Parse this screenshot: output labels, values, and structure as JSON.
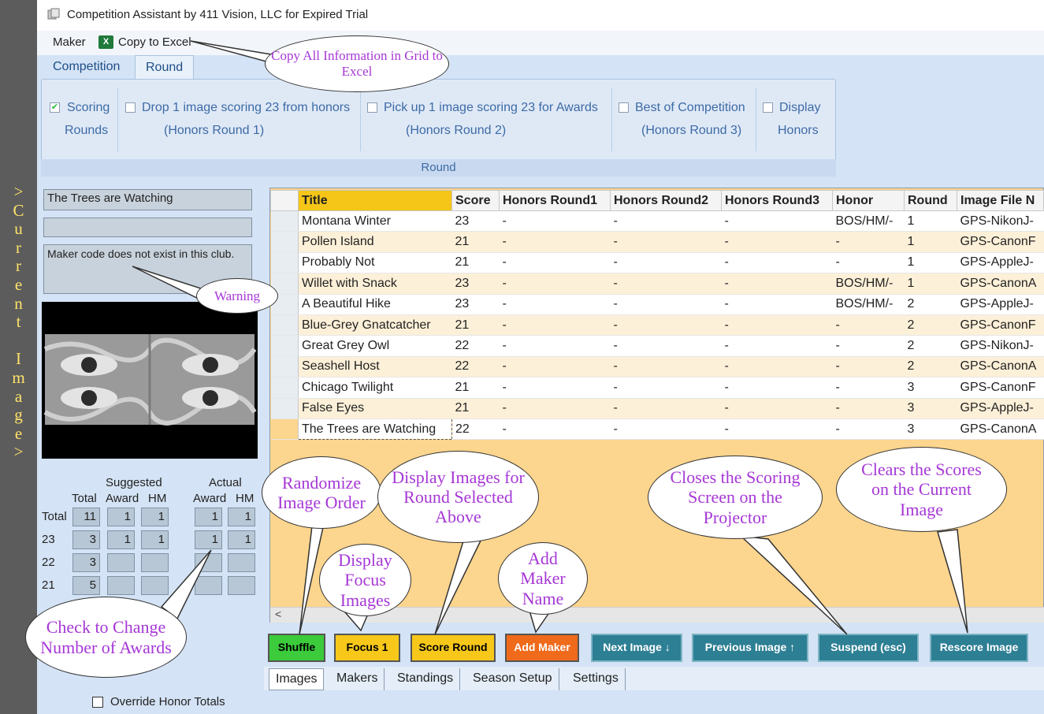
{
  "sidebar": {
    "letters": [
      ">",
      "C",
      "u",
      "r",
      "r",
      "e",
      "n",
      "t",
      " ",
      "I",
      "m",
      "a",
      "g",
      "e",
      ">"
    ]
  },
  "window": {
    "title": "Competition Assistant by 411 Vision, LLC for Expired Trial"
  },
  "menu": {
    "maker": "Maker",
    "copy_to_excel": "Copy to Excel",
    "excel_glyph": "X"
  },
  "ribbon": {
    "tabs": [
      "Competition",
      "Round"
    ],
    "groups": [
      {
        "line1": "Scoring",
        "line2": "Rounds",
        "checked": true
      },
      {
        "line1": "Drop 1 image scoring 23 from honors",
        "line2": "(Honors Round 1)",
        "checked": false
      },
      {
        "line1": "Pick up 1 image scoring 23 for Awards",
        "line2": "(Honors Round 2)",
        "checked": false
      },
      {
        "line1": "Best of Competition",
        "line2": "(Honors Round 3)",
        "checked": false
      },
      {
        "line1": "Display",
        "line2": "Honors",
        "checked": false
      }
    ],
    "footer": "Round"
  },
  "left": {
    "title_field": "The Trees are Watching",
    "maker_field": "",
    "warning": "Maker code does not exist in this club.",
    "totals": {
      "hdr_suggested": "Suggested",
      "hdr_actual": "Actual",
      "hdr_total": "Total",
      "hdr_award": "Award",
      "hdr_hm": "HM",
      "hdr_award2": "Award",
      "hdr_hm2": "HM",
      "rows": [
        {
          "label": "Total",
          "total": "11",
          "s_award": "1",
          "s_hm": "1",
          "a_award": "1",
          "a_hm": "1"
        },
        {
          "label": "23",
          "total": "3",
          "s_award": "1",
          "s_hm": "1",
          "a_award": "1",
          "a_hm": "1"
        },
        {
          "label": "22",
          "total": "3",
          "s_award": "",
          "s_hm": "",
          "a_award": "",
          "a_hm": ""
        },
        {
          "label": "21",
          "total": "5",
          "s_award": "",
          "s_hm": "",
          "a_award": "",
          "a_hm": ""
        }
      ]
    },
    "override_label": "Override Honor Totals"
  },
  "grid": {
    "columns": [
      "Title",
      "Score",
      "Honors Round1",
      "Honors Round2",
      "Honors Round3",
      "Honor",
      "Round",
      "Image File N"
    ],
    "rows": [
      [
        "Montana Winter",
        "23",
        "-",
        "-",
        "-",
        "BOS/HM/-",
        "1",
        "GPS-NikonJ-"
      ],
      [
        "Pollen Island",
        "21",
        "-",
        "-",
        "-",
        "-",
        "1",
        "GPS-CanonF"
      ],
      [
        "Probably Not",
        "21",
        "-",
        "-",
        "-",
        "-",
        "1",
        "GPS-AppleJ-"
      ],
      [
        "Willet with Snack",
        "23",
        "-",
        "-",
        "-",
        "BOS/HM/-",
        "1",
        "GPS-CanonA"
      ],
      [
        "A Beautiful Hike",
        "23",
        "-",
        "-",
        "-",
        "BOS/HM/-",
        "2",
        "GPS-AppleJ-"
      ],
      [
        "Blue-Grey Gnatcatcher",
        "21",
        "-",
        "-",
        "-",
        "-",
        "2",
        "GPS-CanonF"
      ],
      [
        "Great Grey Owl",
        "22",
        "-",
        "-",
        "-",
        "-",
        "2",
        "GPS-NikonJ-"
      ],
      [
        "Seashell Host",
        "22",
        "-",
        "-",
        "-",
        "-",
        "2",
        "GPS-CanonA"
      ],
      [
        "Chicago Twilight",
        "21",
        "-",
        "-",
        "-",
        "-",
        "3",
        "GPS-CanonF"
      ],
      [
        "False Eyes",
        "21",
        "-",
        "-",
        "-",
        "-",
        "3",
        "GPS-AppleJ-"
      ],
      [
        "The Trees are Watching",
        "22",
        "-",
        "-",
        "-",
        "-",
        "3",
        "GPS-CanonA"
      ]
    ],
    "scroll_left_glyph": "<"
  },
  "buttons": {
    "shuffle": "Shuffle",
    "focus": "Focus 1",
    "score_round": "Score Round",
    "add_maker": "Add Maker",
    "next_image": "Next Image ↓",
    "previous_image": "Previous Image ↑",
    "suspend": "Suspend (esc)",
    "rescore": "Rescore Image"
  },
  "bottom_tabs": [
    "Images",
    "Makers",
    "Standings",
    "Season Setup",
    "Settings"
  ],
  "callouts": {
    "copy_excel": "Copy All Information in Grid to Excel",
    "warning": "Warning",
    "randomize": "Randomize Image Order",
    "display_images": "Display Images for Round Selected Above",
    "display_focus": "Display Focus Images",
    "add_maker": "Add Maker Name",
    "closes": "Closes the Scoring Screen on the Projector",
    "clears": "Clears the Scores on the Current Image",
    "check_change": "Check to Change Number of Awards"
  },
  "colors": {
    "accent": "#a637d6",
    "title_header": "#f5c518",
    "grid_bg": "#fcd58e",
    "sidebar_text": "#ffe36a"
  }
}
